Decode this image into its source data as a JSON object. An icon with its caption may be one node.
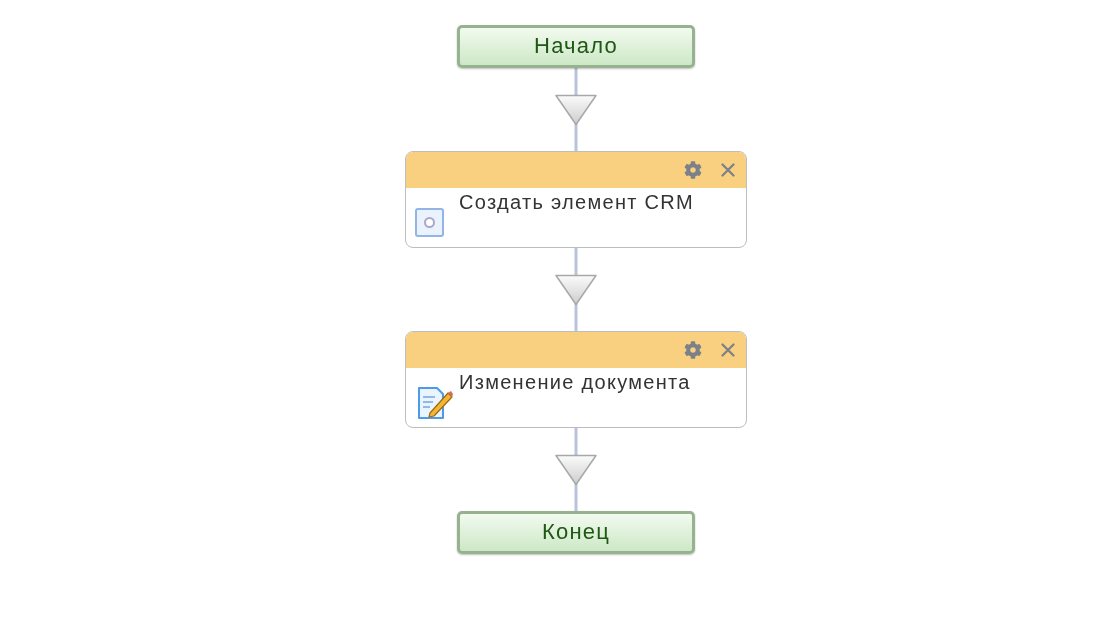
{
  "diagram": {
    "nodes": [
      {
        "text": [
          "Начало"
        ]
      },
      {
        "text": [
          "Создать элемент CRM"
        ]
      },
      {
        "text": [
          "Изменение документа"
        ]
      },
      {
        "text": [
          "Конец"
        ]
      }
    ],
    "edges": [
      {
        "from": 0,
        "to": 1,
        "arrow": "to"
      },
      {
        "from": 1,
        "to": 2,
        "arrow": "to"
      },
      {
        "from": 2,
        "to": 3,
        "arrow": "to"
      }
    ]
  }
}
